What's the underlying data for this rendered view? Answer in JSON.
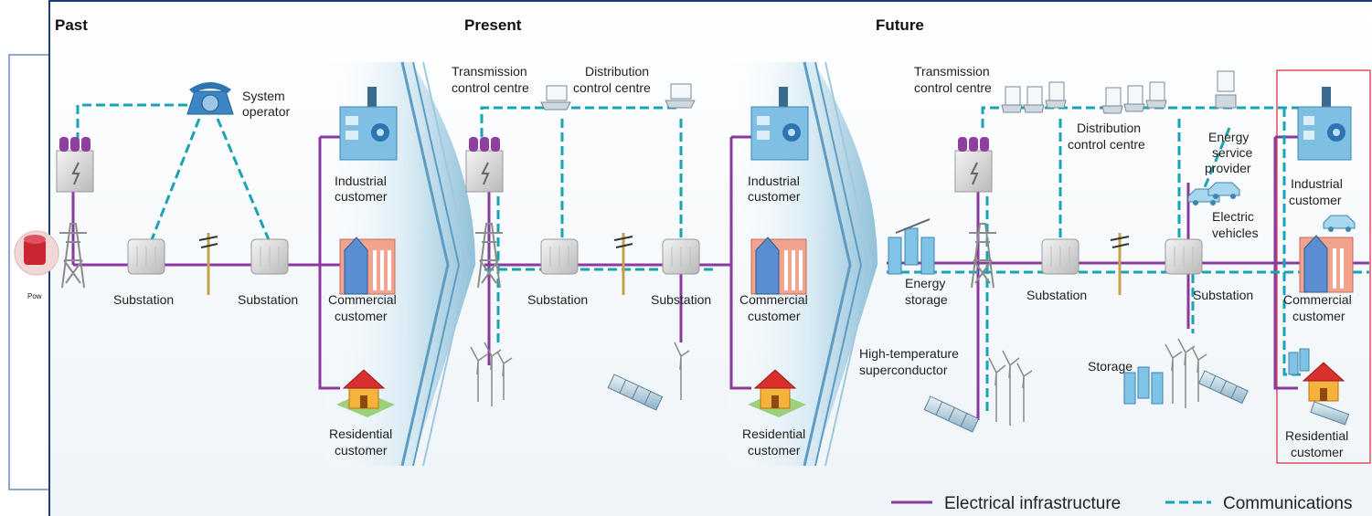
{
  "sections": {
    "past": "Past",
    "present": "Present",
    "future": "Future"
  },
  "past": {
    "system_operator": [
      "System",
      "operator"
    ],
    "substation_1": "Substation",
    "substation_2": "Substation",
    "industrial": [
      "Industrial",
      "customer"
    ],
    "commercial": [
      "Commercial",
      "customer"
    ],
    "residential": [
      "Residential",
      "customer"
    ]
  },
  "present": {
    "transmission_centre": [
      "Transmission",
      "control centre"
    ],
    "distribution_centre": [
      "Distribution",
      "control centre"
    ],
    "substation_1": "Substation",
    "substation_2": "Substation",
    "industrial": [
      "Industrial",
      "customer"
    ],
    "commercial": [
      "Commercial",
      "customer"
    ],
    "residential": [
      "Residential",
      "customer"
    ]
  },
  "future": {
    "transmission_centre": [
      "Transmission",
      "control centre"
    ],
    "distribution_centre": [
      "Distribution",
      "control centre"
    ],
    "energy_service": [
      "Energy",
      "service",
      "provider"
    ],
    "electric_vehicles": [
      "Electric",
      "vehicles"
    ],
    "energy_storage": [
      "Energy",
      "storage"
    ],
    "superconductor": [
      "High-temperature",
      "superconductor"
    ],
    "substation_1": "Substation",
    "substation_2": "Substation",
    "storage": "Storage",
    "industrial": [
      "Industrial",
      "customer"
    ],
    "commercial": [
      "Commercial",
      "customer"
    ],
    "residential": [
      "Residential",
      "customer"
    ]
  },
  "left_logo_text": "Pow",
  "legend": {
    "electrical": "Electrical infrastructure",
    "communications": "Communications"
  },
  "colors": {
    "electrical": "#8a3a9e",
    "communications": "#19a3b3",
    "frame": "#1c3c7a",
    "highlight": "#e05060"
  }
}
